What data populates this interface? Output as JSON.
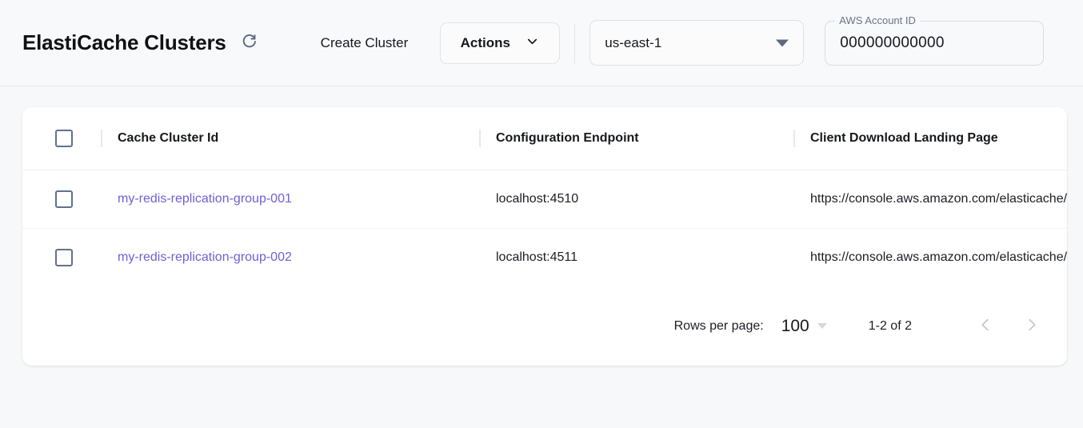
{
  "header": {
    "title": "ElastiCache Clusters",
    "refresh_icon": "refresh-icon",
    "create_cluster_label": "Create Cluster",
    "actions_label": "Actions",
    "actions_caret_icon": "chevron-down-icon",
    "region": {
      "value": "us-east-1",
      "caret_icon": "caret-down-icon"
    },
    "account": {
      "label": "AWS Account ID",
      "value": "000000000000"
    }
  },
  "table": {
    "columns": [
      "Cache Cluster Id",
      "Configuration Endpoint",
      "Client Download Landing Page"
    ],
    "rows": [
      {
        "cluster_id": "my-redis-replication-group-001",
        "endpoint": "localhost:4510",
        "landing_page": "https://console.aws.amazon.com/elasticache/home"
      },
      {
        "cluster_id": "my-redis-replication-group-002",
        "endpoint": "localhost:4511",
        "landing_page": "https://console.aws.amazon.com/elasticache/home"
      }
    ]
  },
  "pagination": {
    "rows_per_page_label": "Rows per page:",
    "rows_per_page_value": "100",
    "range_label": "1-2 of 2",
    "prev_icon": "chevron-left-icon",
    "next_icon": "chevron-right-icon"
  },
  "colors": {
    "link": "#6f5fd6",
    "page_background": "#f7f8fa",
    "card_background": "#ffffff",
    "checkbox_border": "#62718a"
  }
}
